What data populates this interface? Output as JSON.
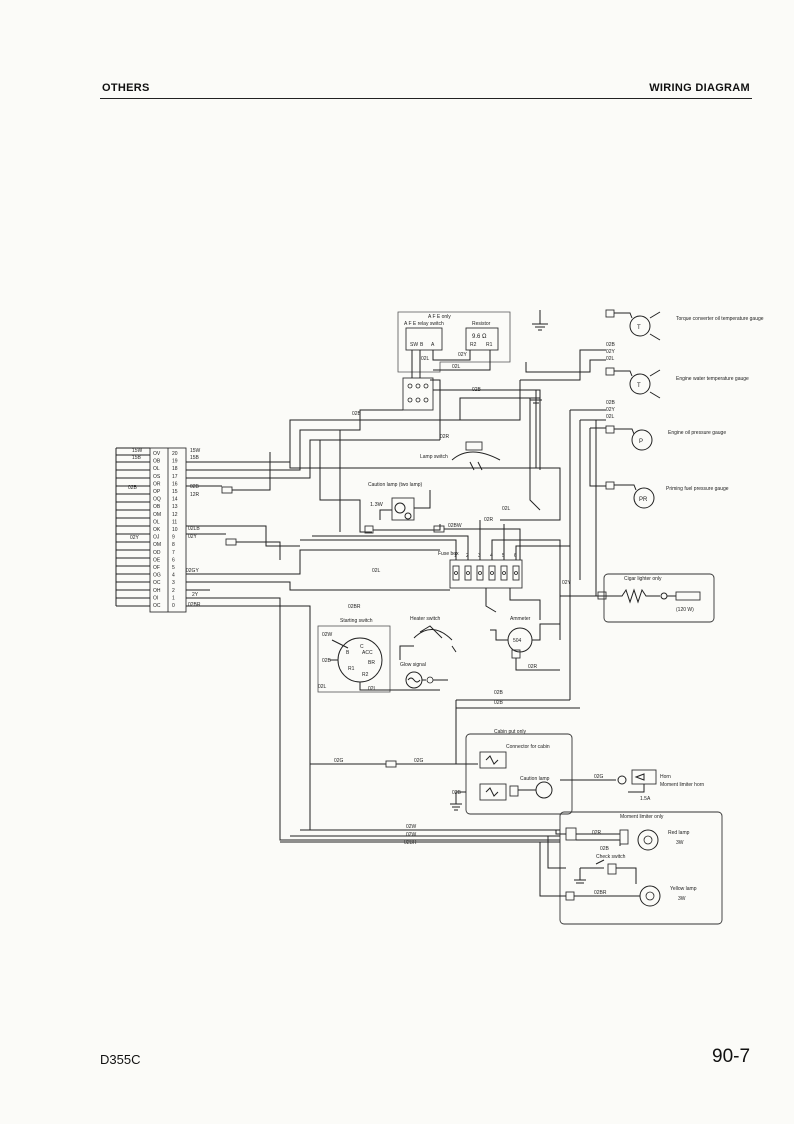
{
  "header": {
    "section": "OTHERS",
    "title": "WIRING DIAGRAM"
  },
  "footer": {
    "model": "D355C",
    "page": "90-7"
  },
  "labels": {
    "afe_only": "A F E only",
    "afe_relay_switch": "A F E relay switch",
    "resistor": "Resistor",
    "resistor_value": "9.6 Ω",
    "term_sw": "SW",
    "term_b": "B",
    "term_a": "A",
    "term_r2": "R2",
    "term_r1": "R1",
    "torque_gauge": "Torque converter oil temperature gauge",
    "engine_water_gauge": "Engine water temperature gauge",
    "engine_oil_gauge": "Engine oil pressure gauge",
    "priming_gauge": "Priming fuel pressure gauge",
    "gauge_t": "T",
    "gauge_p": "P",
    "gauge_pr": "PR",
    "lamp_switch": "Lamp switch",
    "caution_lamp_two": "Caution lamp (two lamp)",
    "caution_lamp_watt": "1.3W",
    "fuse_box": "Fuse box",
    "cigar_lighter_only": "Cigar lighter only",
    "cigar_watt": "(120 W)",
    "heater_switch": "Heater switch",
    "ammeter": "Ammeter",
    "starting_switch": "Starting switch",
    "glow_signal": "Glow signal",
    "cabin_only": "Cabin put only",
    "connector_cabin": "Connector for cabin",
    "caution_lamp": "Caution lamp",
    "horn": "Horn",
    "moment_horn": "Moment limiter horn",
    "horn_amp": "1.5A",
    "moment_limiter_only": "Moment limiter only",
    "red_lamp": "Red lamp",
    "red_lamp_watt": "3W",
    "check_switch": "Check switch",
    "yellow_lamp": "Yellow lamp",
    "yellow_lamp_watt": "3W",
    "acc": "ACC",
    "br": "BR",
    "r1": "R1",
    "r2": "R2",
    "c_sw": "C",
    "b_sw": "B",
    "wire_02B": "02B",
    "wire_02L": "02L",
    "wire_02Y": "02Y",
    "wire_02R": "02R",
    "wire_02W": "02W",
    "wire_02BR": "02BR",
    "wire_02LB": "02LB",
    "wire_02GY": "02GY",
    "wire_02G": "02G",
    "wire_02BW": "02BW",
    "wire_02Bm": "02B",
    "wire_15W": "15W",
    "wire_15B": "15B",
    "bundle_02B": "02B",
    "bundle_02Y": "02Y",
    "bundle_02GY": "02GY",
    "bundle_02BR": "02BR",
    "wire_2Y": "2Y",
    "wire_12R": "12R",
    "wire_02R_b": "02R",
    "wire_02Y_b": "02Y",
    "wire_02L_2": "02L",
    "wire_02L_3": "02L",
    "wire_02L_4": "02L",
    "wire_02L_5": "02L",
    "wire_02L_6": "02L",
    "wire_02B_2": "02B",
    "wire_02B_3": "02B",
    "wire_02B_4": "02B",
    "wire_02B_5": "02B",
    "wire_02B_6": "02B",
    "wire_02B_7": "02B",
    "wire_02B_8": "02B",
    "wire_02B_9": "02B",
    "wire_02Y_2": "02Y",
    "wire_02Y_3": "02Y",
    "wire_02Y_4": "02Y",
    "wire_02R_2": "02R",
    "wire_02R_3": "02R",
    "wire_02R_4": "02R",
    "wire_02R_5": "02R",
    "wire_02W_2": "02W",
    "wire_02W_3": "02W",
    "wire_02W_4": "02W",
    "wire_02BR_2": "02BR",
    "wire_02BR_3": "02BR",
    "wire_02G_2": "02G",
    "wire_02G_3": "02G",
    "wire_02BW_2": "02BW",
    "fuse_num_1": "1",
    "fuse_num_2": "2",
    "fuse_num_3": "3",
    "fuse_num_4": "4",
    "fuse_num_5": "5",
    "fuse_num_6": "6",
    "ammeter_val": "504"
  },
  "connector_left": [
    "OV",
    "OB",
    "OL",
    "OS",
    "OR",
    "OP",
    "OQ",
    "OB",
    "OM",
    "OL",
    "OK",
    "OJ",
    "OM",
    "OD",
    "OE",
    "OF",
    "OG",
    "OC",
    "OH",
    "OI",
    "OC"
  ],
  "connector_right": [
    "20",
    "19",
    "18",
    "17",
    "16",
    "15",
    "14",
    "13",
    "12",
    "11",
    "10",
    "9",
    "8",
    "7",
    "6",
    "5",
    "4",
    "3",
    "2",
    "1",
    "0"
  ]
}
